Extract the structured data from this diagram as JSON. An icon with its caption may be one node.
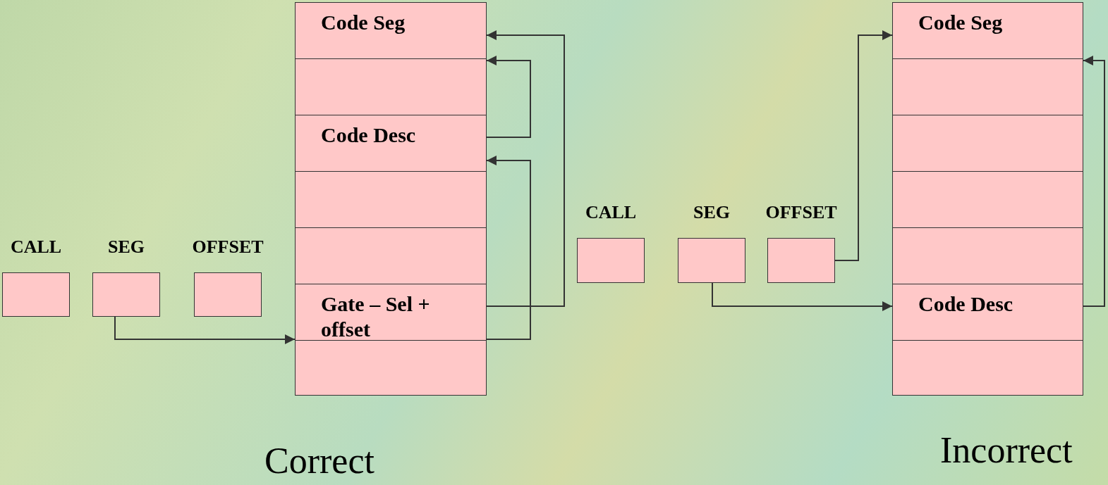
{
  "diagram": {
    "nodes": [
      {
        "text": [
          "CALL"
        ]
      },
      {
        "text": [
          "SEG"
        ]
      },
      {
        "text": [
          "OFFSET"
        ]
      },
      {
        "text": [
          "Code Seg"
        ]
      },
      {
        "text": [],
        "shape": "box"
      },
      {
        "text": [
          "Code Desc"
        ]
      },
      {
        "text": [],
        "shape": "box"
      },
      {
        "text": [],
        "shape": "box"
      },
      {
        "text": [
          "Gate – Sel + offset"
        ]
      },
      {
        "text": [],
        "shape": "box"
      },
      {
        "text": [
          "CALL"
        ]
      },
      {
        "text": [
          "SEG"
        ]
      },
      {
        "text": [
          "OFFSET"
        ]
      },
      {
        "text": [
          "Code Seg"
        ]
      },
      {
        "text": [],
        "shape": "box"
      },
      {
        "text": [],
        "shape": "box"
      },
      {
        "text": [],
        "shape": "box"
      },
      {
        "text": [],
        "shape": "box"
      },
      {
        "text": [
          "Code Desc"
        ]
      },
      {
        "text": [],
        "shape": "box"
      }
    ],
    "edges": [
      {
        "from": 1,
        "to": 8,
        "arrow": "to"
      },
      {
        "from": 8,
        "to": 3,
        "arrow": "to"
      },
      {
        "from": 5,
        "to": 4,
        "arrow": "to"
      },
      {
        "from": 8,
        "to": 5,
        "arrow": "to"
      },
      {
        "from": 12,
        "to": 13,
        "arrow": "to"
      },
      {
        "from": 11,
        "to": 18,
        "arrow": "to"
      },
      {
        "from": 18,
        "to": 14,
        "arrow": "to"
      }
    ],
    "labels": [
      "Correct",
      "Incorrect"
    ]
  }
}
